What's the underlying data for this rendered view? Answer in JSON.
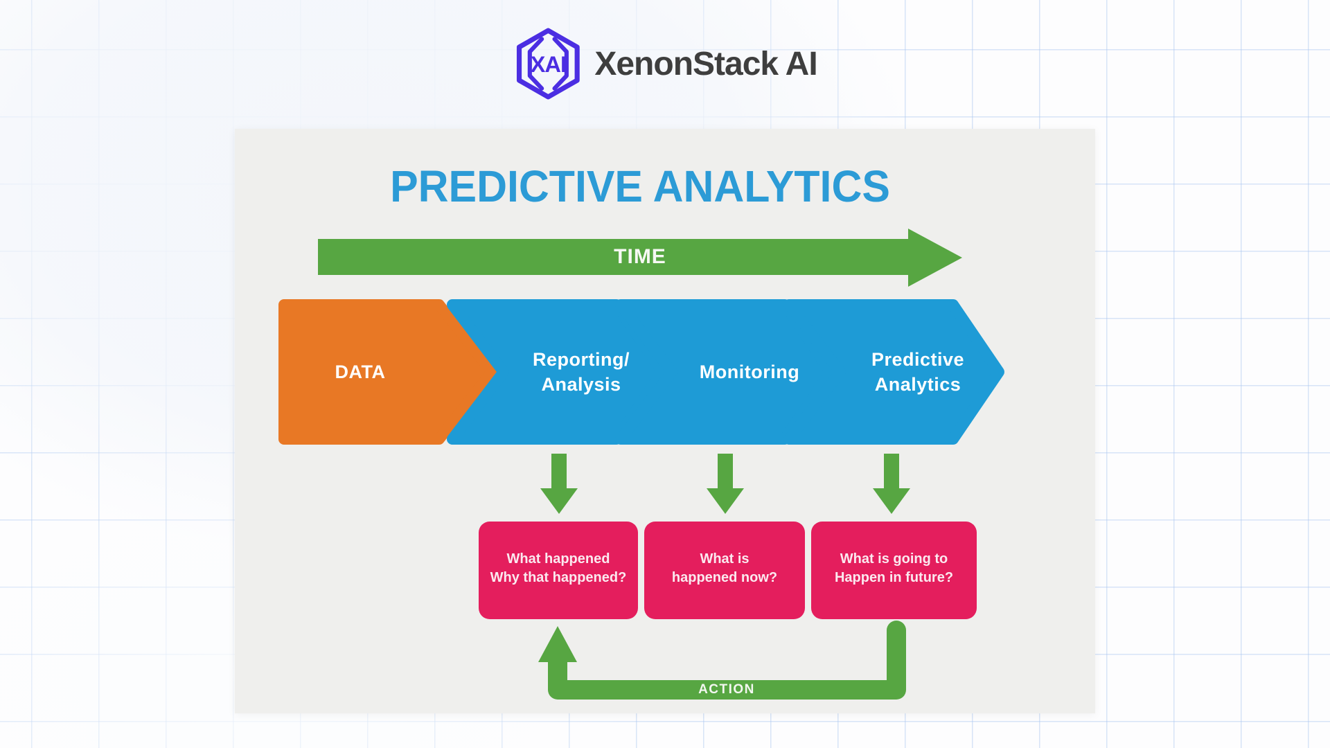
{
  "header": {
    "brand": "XenonStack AI",
    "logo": {
      "monogram": "XAI"
    }
  },
  "colors": {
    "logo_purple": "#4B2EE2",
    "brand_text": "#3E3E3E",
    "title_blue": "#2C9BD6",
    "chevron_blue": "#1E9BD6",
    "data_orange": "#E87825",
    "arrow_green": "#57A642",
    "outcome_pink": "#E41E5D",
    "panel_bg": "#EFEFED"
  },
  "diagram": {
    "title": "PREDICTIVE ANALYTICS",
    "time_label": "TIME",
    "action_label": "ACTION",
    "stages": [
      {
        "line1": "DATA",
        "line2": ""
      },
      {
        "line1": "Reporting/",
        "line2": "Analysis"
      },
      {
        "line1": "Monitoring",
        "line2": ""
      },
      {
        "line1": "Predictive",
        "line2": "Analytics"
      }
    ],
    "outcomes": [
      {
        "line1": "What happened",
        "line2": "Why that happened?"
      },
      {
        "line1": "What is",
        "line2": "happened now?"
      },
      {
        "line1": "What is going to",
        "line2": "Happen in future?"
      }
    ]
  }
}
